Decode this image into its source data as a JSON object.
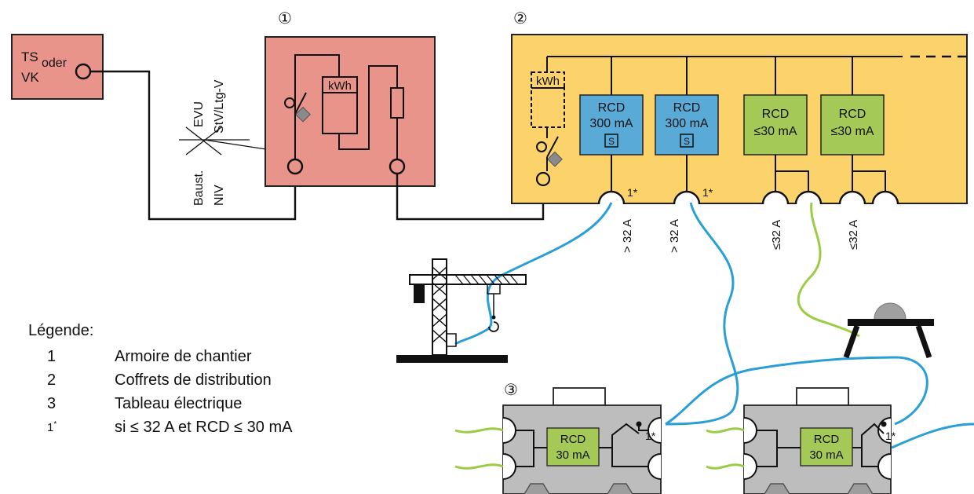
{
  "source_box": {
    "line1": "TS",
    "line2": "VK",
    "oder": "oder"
  },
  "boundary": {
    "top_left": "EVU",
    "top_right": "StV/Ltg-V",
    "bottom_left": "Baust.",
    "bottom_right": "NIV"
  },
  "markers": {
    "m1": "①",
    "m2": "②",
    "m3": "③"
  },
  "cabinet1": {
    "meter": "kWh"
  },
  "cabinet2": {
    "meter": "kWh",
    "rcd_blue": [
      {
        "title": "RCD",
        "rating": "300 mA",
        "s": "S"
      },
      {
        "title": "RCD",
        "rating": "300 mA",
        "s": "S"
      }
    ],
    "rcd_green": [
      {
        "title": "RCD",
        "rating": "≤30 mA"
      },
      {
        "title": "RCD",
        "rating": "≤30 mA"
      }
    ],
    "star1": "1*",
    "star2": "1*",
    "outputs": [
      "> 32 A",
      "> 32 A",
      "≤32 A",
      "≤32 A"
    ]
  },
  "boxes3": [
    {
      "title": "RCD",
      "rating": "30 mA",
      "star": "1*"
    },
    {
      "title": "RCD",
      "rating": "30 mA",
      "star": "1*"
    }
  ],
  "legend": {
    "title": "Légende:",
    "items": [
      {
        "num": "1",
        "text": "Armoire de chantier"
      },
      {
        "num": "2",
        "text": "Coffrets de distribution"
      },
      {
        "num": "3",
        "text": "Tableau électrique"
      }
    ],
    "note_num": "1",
    "note_sup": "*",
    "note_text": "si ≤ 32 A et RCD ≤ 30 mA"
  },
  "colors": {
    "source_fill": "#e8948a",
    "cabinet1_fill": "#e8948a",
    "cabinet2_fill": "#fcd36a",
    "rcd_blue": "#5aaad8",
    "rcd_green": "#a4c957",
    "cable_blue": "#2a9fd6",
    "cable_green": "#9ccc45",
    "box3_fill": "#bdbdbd"
  }
}
